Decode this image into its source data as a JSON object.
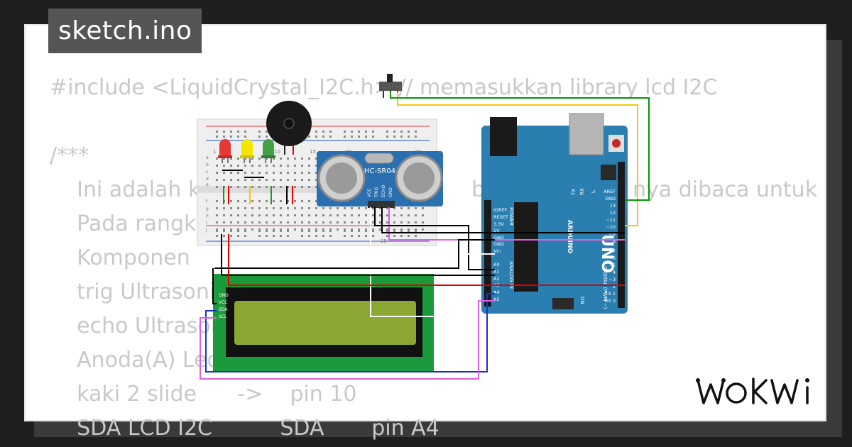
{
  "tab": {
    "title": "sketch.ino"
  },
  "code_lines": [
    "#include <LiquidCrystal_I2C.h> // memasukkan library lcd I2C",
    "",
    "/***",
    "    Ini adalah ko",
    "    Pada rangka",
    "    Komponen",
    "    trig Ultrasoni",
    "    echo Ultrasor",
    "    Anoda(A) Led",
    "    kaki 2 slide      ->    pin 10",
    "    SDA LCD I2C          SDA       pin A4"
  ],
  "code_fragments": {
    "line4_right_a": "bac",
    "line4_right_b": "nya dibaca untuk"
  },
  "sensor": {
    "label": "HC-SR04",
    "pins": [
      "VCC",
      "TRIG",
      "ECHO",
      "GND"
    ]
  },
  "lcd": {
    "pins": [
      "GND",
      "VCC",
      "SDA",
      "SCL"
    ]
  },
  "arduino": {
    "brand": "ARDUINO",
    "model": "UNO",
    "power_pins": [
      "IOREF",
      "RESET",
      "3.3V",
      "5V",
      "GND",
      "GND",
      "Vin"
    ],
    "power_label": "POWER",
    "analog_pins": [
      "A0",
      "A1",
      "A2",
      "A3",
      "A4",
      "A5"
    ],
    "analog_label": "ANALOG IN",
    "digital_pins": [
      "AREF",
      "GND",
      "13",
      "12",
      "~11",
      "~10",
      "~9",
      "8",
      "7",
      "~6",
      "~5",
      "4",
      "~3",
      "2",
      "TX 1",
      "RX 0"
    ],
    "digital_label": "DIGITAL (PWM ~)",
    "tx": "TX",
    "rx": "RX",
    "l": "L",
    "on": "ON"
  },
  "breadboard": {
    "cols": [
      "1",
      "5",
      "10",
      "15",
      "20",
      "25",
      "30"
    ],
    "rows": [
      "a",
      "b",
      "c",
      "d",
      "e",
      "f",
      "g",
      "h",
      "i",
      "j"
    ]
  },
  "leds": [
    {
      "color": "#e53935"
    },
    {
      "color": "#f2e600"
    },
    {
      "color": "#43a047"
    }
  ],
  "colors": {
    "wire_black": "#000000",
    "wire_red": "#e00000",
    "wire_green": "#009900",
    "wire_yellow": "#f5c800",
    "wire_blue": "#1a2fd0",
    "wire_pink": "#e060e0",
    "wire_white": "#ffffff",
    "board": "#2a7fb0",
    "lcd_pcb": "#1a9a3a",
    "lcd_screen": "#8aa832"
  },
  "brand": {
    "logo_text": "WOKWi"
  }
}
